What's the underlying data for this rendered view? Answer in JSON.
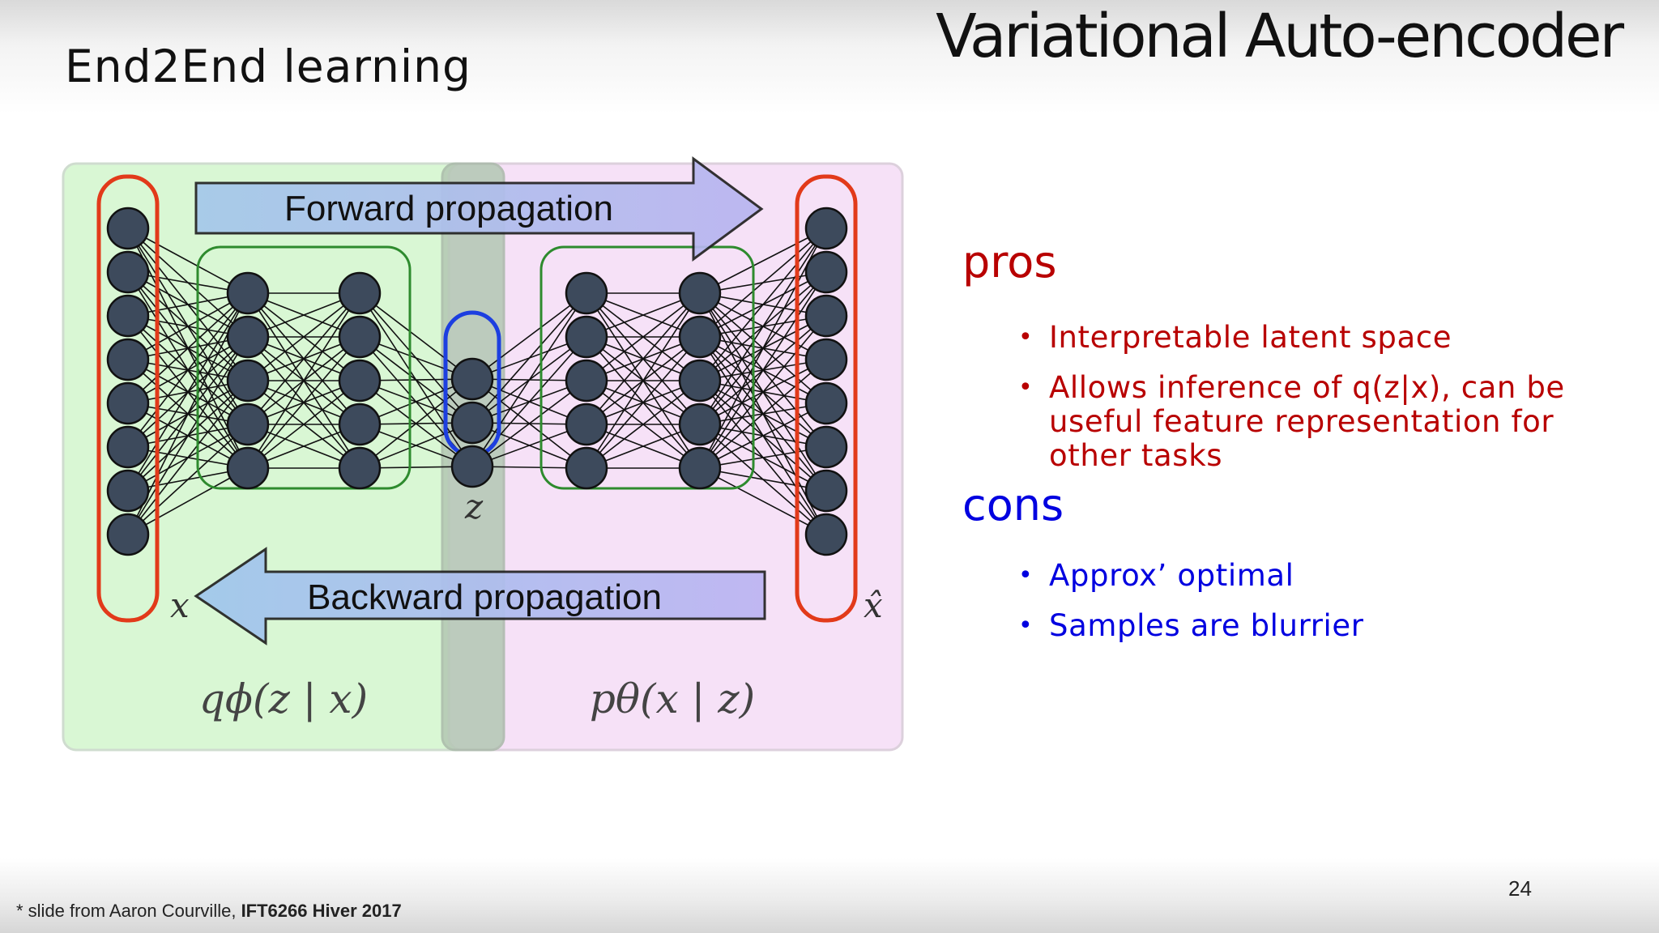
{
  "slide": {
    "title": "Variational Auto-encoder",
    "subtitle": "End2End learning",
    "page_number": "24"
  },
  "diagram": {
    "forward_label": "Forward propagation",
    "backward_label": "Backward propagation",
    "label_x": "x",
    "label_z": "z",
    "label_xhat": "x̂",
    "encoder_label": "qϕ(z | x)",
    "decoder_label": "pθ(x | z)",
    "colors": {
      "encoder_bg": "#d9f7d4",
      "decoder_bg": "#f6e1f7",
      "latent_bg": "#b3c8b3",
      "node": "#3d4a5c",
      "io_outline": "#e23a1a",
      "latent_outline": "#1d3fe0",
      "hidden_outline": "#2e8b2e",
      "arrow_fill": "#a8c4ee"
    }
  },
  "pros": {
    "heading": "pros",
    "items": [
      "Interpretable latent space",
      "Allows inference of q(z|x), can be useful feature representation for other tasks"
    ]
  },
  "cons": {
    "heading": "cons",
    "items": [
      "Approx’ optimal",
      "Samples are blurrier"
    ]
  },
  "footer": {
    "prefix": "* slide from Aaron Courville, ",
    "course": "IFT6266 Hiver 2017"
  }
}
